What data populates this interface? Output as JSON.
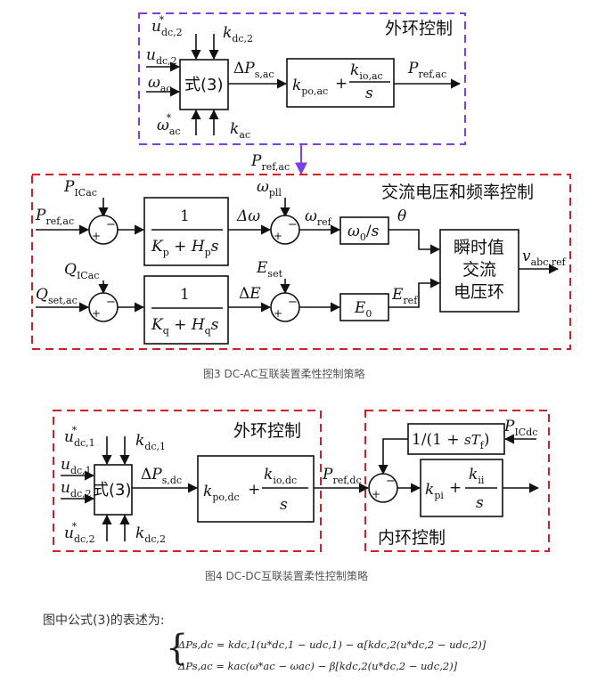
{
  "colors": {
    "outer_dash": "#7b3fe4",
    "red_dash": "#d21f26",
    "arrow_purple": "#7b3fe4"
  },
  "fig3": {
    "outer_title": "外环控制",
    "inner_title": "交流电压和频率控制",
    "block_eq3": "式(3)",
    "inputs": {
      "udc2_star": "u*dc,2",
      "kdc2": "kdc,2",
      "udc2": "udc,2",
      "omega_ac": "ωac",
      "omega_ac_star": "ω*ac",
      "kac": "kac"
    },
    "dPs_ac": "ΔPs,ac",
    "pi_ac": {
      "kp": "kpo,ac",
      "ki": "kio,ac",
      "s": "s"
    },
    "Pref_ac_out": "Pref,ac",
    "Pref_ac_link": "Pref,ac",
    "P_ICac": "PICac",
    "Pref_ac_in": "Pref,ac",
    "Q_ICac": "QICac",
    "Qset_ac": "Qset,ac",
    "droop_p": {
      "num": "1",
      "den": "Kp + Hps"
    },
    "droop_q": {
      "num": "1",
      "den": "Kq + Hqs"
    },
    "dOmega": "Δω",
    "omega_pll": "ωpll",
    "omega_ref": "ωref",
    "integrator": "ω0/s",
    "theta": "θ",
    "dE": "ΔE",
    "E_set": "Eset",
    "E0": "E0",
    "E_ref": "Eref",
    "inst_loop": [
      "瞬时值",
      "交流",
      "电压环"
    ],
    "v_out": "vabc,ref",
    "caption": "图3 DC-AC互联装置柔性控制策略"
  },
  "fig4": {
    "outer_title": "外环控制",
    "inner_title": "内环控制",
    "block_eq3": "式(3)",
    "inputs": {
      "udc1_star": "u*dc,1",
      "kdc1": "kdc,1",
      "udc1": "udc,1",
      "udc2": "udc,2",
      "udc2_star": "u*dc,2",
      "kdc2": "kdc,2"
    },
    "dPs_dc": "ΔPs,dc",
    "pi_dc": {
      "kp": "kpo,dc",
      "ki": "kio,dc",
      "s": "s"
    },
    "Pref_dc": "Pref,dc",
    "filter": "1/(1 + sTf)",
    "P_ICdc": "PICdc",
    "pi_inner": {
      "kp": "kpi",
      "ki": "kii",
      "s": "s"
    },
    "caption": "图4 DC-DC互联装置柔性控制策略"
  },
  "note": "图中公式(3)的表述为:",
  "equations": [
    "ΔPs,dc = kdc,1(u*dc,1 − udc,1) − α[kdc,2(u*dc,2 − udc,2)]",
    "ΔPs,ac = kac(ω*ac − ωac) − β[kdc,2(u*dc,2 − udc,2)]"
  ]
}
